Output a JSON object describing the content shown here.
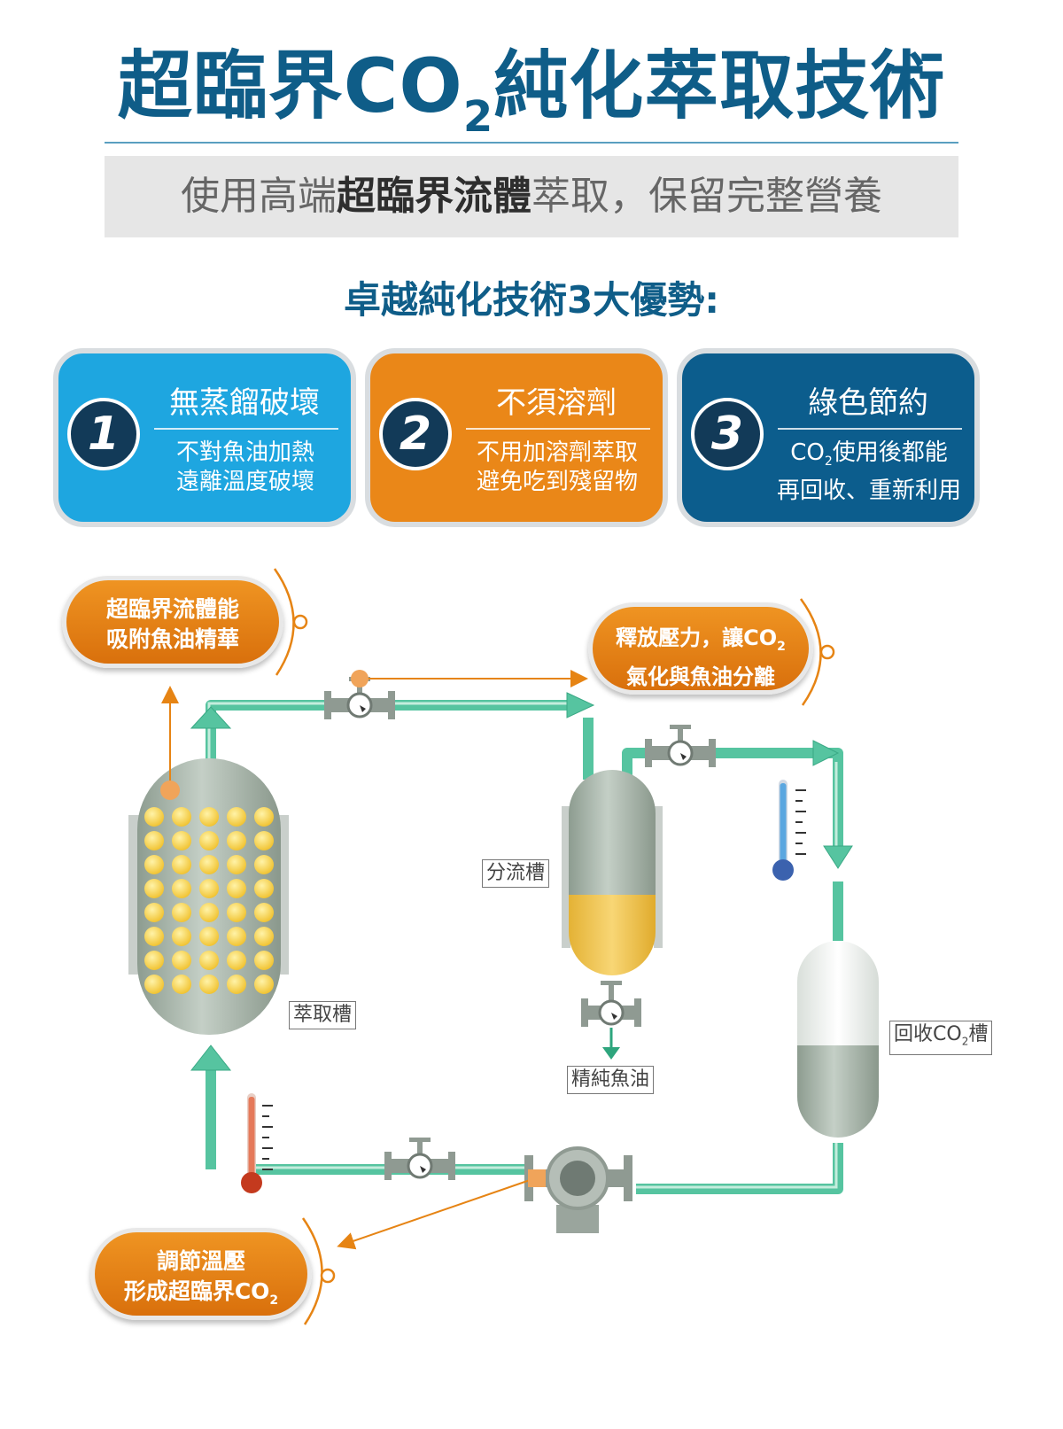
{
  "header": {
    "title_before": "超臨界CO",
    "title_sub": "2",
    "title_after": "純化萃取技術",
    "sub_normal_1": "使用高端",
    "sub_bold": "超臨界流體",
    "sub_normal_2": "萃取，保留完整營養",
    "advantages_title": "卓越純化技術3大優勢:"
  },
  "cards": [
    {
      "number": "1",
      "title": "無蒸餾破壞",
      "line1": "不對魚油加熱",
      "line2": "遠離溫度破壞",
      "color": "#1ea6e0"
    },
    {
      "number": "2",
      "title": "不須溶劑",
      "line1": "不用加溶劑萃取",
      "line2": "避免吃到殘留物",
      "color": "#ea8718"
    },
    {
      "number": "3",
      "title": "綠色節約",
      "line1_a": "CO",
      "line1_sub": "2",
      "line1_b": "使用後都能",
      "line2": "再回收、重新利用",
      "color": "#0c5d8d"
    }
  ],
  "callouts": {
    "absorb_line1": "超臨界流體能",
    "absorb_line2": "吸附魚油精華",
    "release_line1_a": "釋放壓力，讓CO",
    "release_line1_sub": "2",
    "release_line2": "氣化與魚油分離",
    "adjust_line1": "調節溫壓",
    "adjust_line2_a": "形成超臨界CO",
    "adjust_line2_sub": "2"
  },
  "labels": {
    "extraction_tank": "萃取槽",
    "separation_tank": "分流槽",
    "recovery_tank_a": "回收CO",
    "recovery_tank_sub": "2",
    "recovery_tank_b": "槽",
    "pure_fish_oil": "精純魚油"
  },
  "colors": {
    "title_blue": "#0f5d88",
    "pipe_green": "#56c4a0",
    "callout_orange": "#e68414",
    "tank_gray": "#a6b3a8",
    "oil_yellow": "#f1c749"
  }
}
